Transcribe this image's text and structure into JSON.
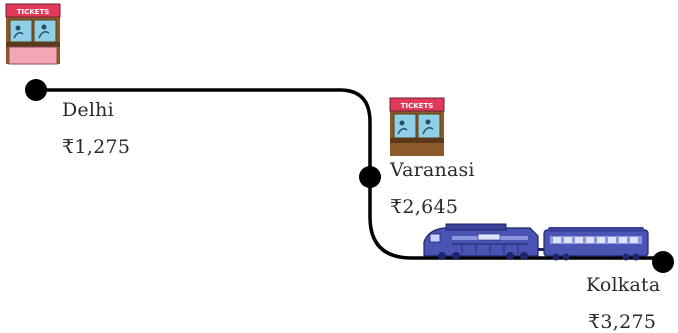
{
  "stations": [
    {
      "name": "Delhi",
      "fare": "₹1,275"
    },
    {
      "name": "Varanasi",
      "fare": "₹2,645"
    },
    {
      "name": "Kolkata",
      "fare": "₹3,275"
    }
  ],
  "ticket_booth_sign": "TICKETS",
  "colors": {
    "track": "#000000",
    "booth_roof": "#e23a5a",
    "booth_glass": "#8fd0e6",
    "booth_frame": "#8a5a2b",
    "booth_counter": "#f3a6b4",
    "train_body": "#4a54b5",
    "train_stripe": "#8f96e0",
    "text": "#2a2a2a"
  }
}
